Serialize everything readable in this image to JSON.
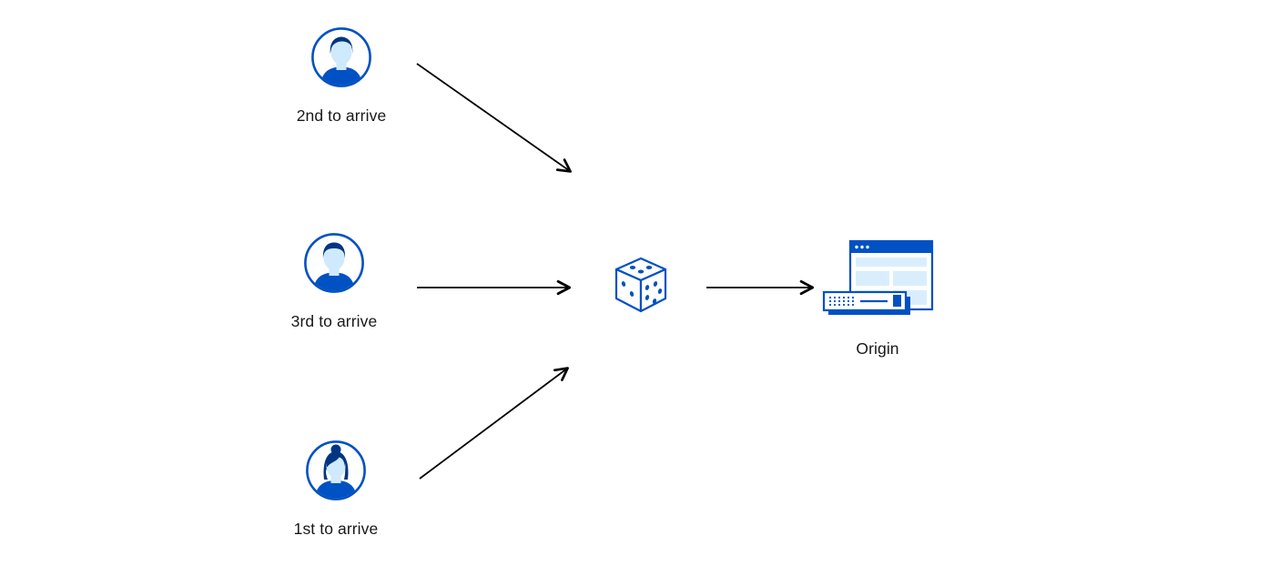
{
  "diagram": {
    "type": "flow-diagram",
    "description": "Three users arriving in different order are routed through a randomizer (dice) to an origin server",
    "nodes": {
      "second": {
        "label": "2nd to arrive",
        "icon": "avatar-male-icon"
      },
      "third": {
        "label": "3rd to arrive",
        "icon": "avatar-male-icon"
      },
      "first": {
        "label": "1st to arrive",
        "icon": "avatar-female-icon"
      },
      "dice": {
        "label": "",
        "icon": "dice-icon"
      },
      "origin": {
        "label": "Origin",
        "icon": "origin-server-icon"
      }
    },
    "edges": [
      {
        "from": "second",
        "to": "dice"
      },
      {
        "from": "third",
        "to": "dice"
      },
      {
        "from": "first",
        "to": "dice"
      },
      {
        "from": "dice",
        "to": "origin"
      }
    ],
    "colors": {
      "primary_blue": "#0051c3",
      "dark_blue": "#003681",
      "light_blue": "#d9eefc",
      "arrow_black": "#000000",
      "background": "#ffffff",
      "label_text": "#17181a"
    }
  }
}
